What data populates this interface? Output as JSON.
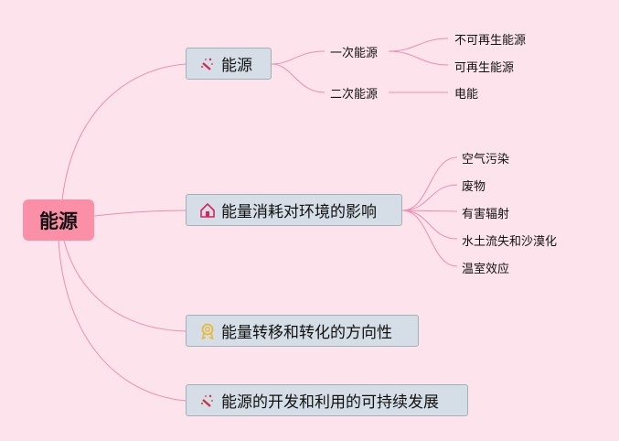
{
  "root": "能源",
  "branches": [
    {
      "label": "能源",
      "icon": "magic-wand-icon",
      "children": [
        {
          "label": "一次能源",
          "children": [
            "不可再生能源",
            "可再生能源"
          ]
        },
        {
          "label": "二次能源",
          "children": [
            "电能"
          ]
        }
      ]
    },
    {
      "label": "能量消耗对环境的影响",
      "icon": "house-icon",
      "children": [
        "空气污染",
        "废物",
        "有害辐射",
        "水土流失和沙漠化",
        "温室效应"
      ]
    },
    {
      "label": "能量转移和转化的方向性",
      "icon": "award-icon"
    },
    {
      "label": "能源的开发和利用的可持续发展",
      "icon": "magic-wand-icon"
    }
  ],
  "colors": {
    "background": "#fde4ec",
    "root": "#fb8fa8",
    "node": "#d5dde6",
    "line": "#f08cae"
  }
}
